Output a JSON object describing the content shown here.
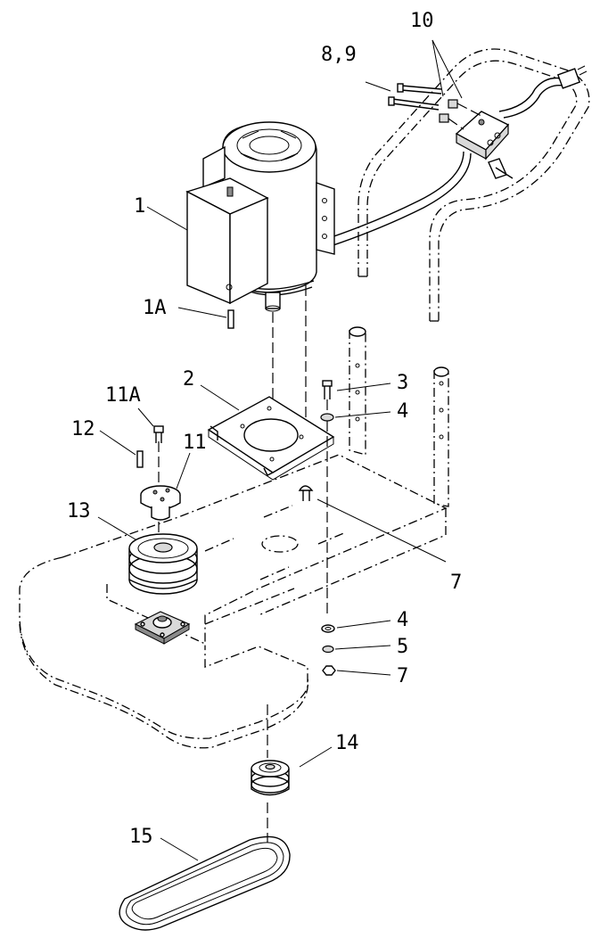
{
  "callouts": {
    "c1": "1",
    "c1a": "1A",
    "c2": "2",
    "c3": "3",
    "c4a": "4",
    "c4b": "4",
    "c5": "5",
    "c7a": "7",
    "c7b": "7",
    "c89": "8,9",
    "c10": "10",
    "c11": "11",
    "c11a": "11A",
    "c12": "12",
    "c13": "13",
    "c14": "14",
    "c15": "15"
  }
}
